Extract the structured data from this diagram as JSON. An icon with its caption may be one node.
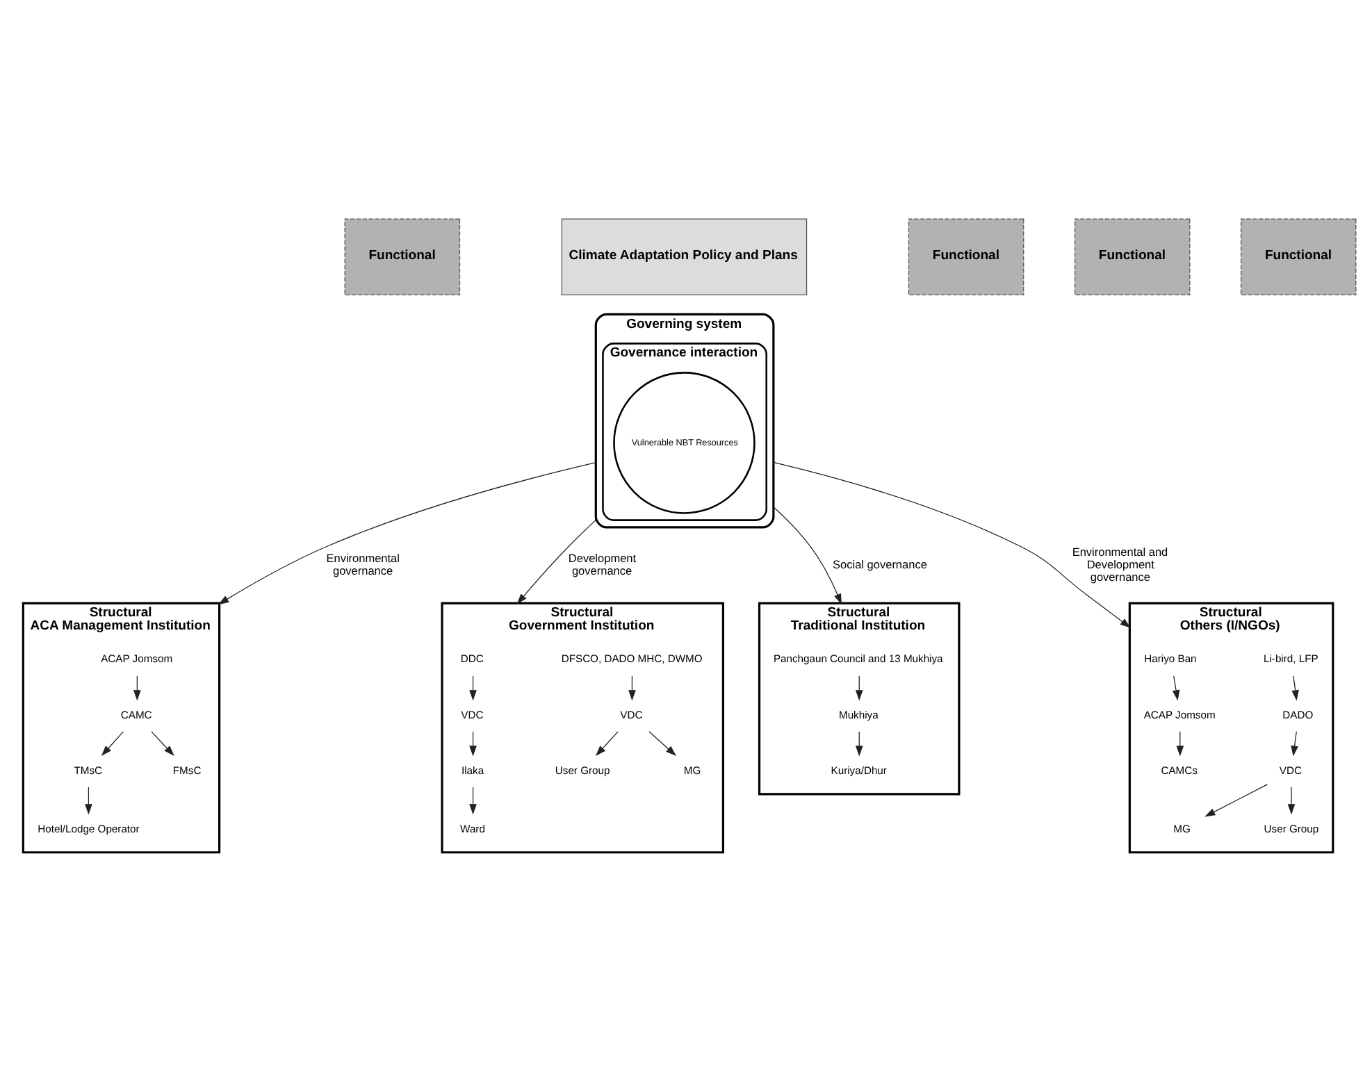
{
  "diagram": {
    "nodes": [
      {
        "text": [
          "Functional"
        ]
      },
      {
        "text": [
          "Functional"
        ]
      },
      {
        "text": [
          "Climate Adaptation Policy and Plans"
        ]
      },
      {
        "text": [
          "Governing system"
        ]
      },
      {
        "text": [
          "Governance interaction"
        ],
        "in": 3
      },
      {
        "text": [
          "Vulnerable NBT Resources"
        ],
        "in": 4
      },
      {
        "text": [
          "Functional"
        ]
      },
      {
        "text": [
          "Functional"
        ]
      },
      {
        "text": [
          "Structural",
          "ACA Management Institution"
        ]
      },
      {
        "text": [
          "ACAP Jomsom"
        ],
        "in": 8
      },
      {
        "text": [
          "CAMC"
        ],
        "in": 8
      },
      {
        "text": [
          "TMsC"
        ],
        "in": 8
      },
      {
        "text": [
          "FMsC"
        ],
        "in": 8
      },
      {
        "text": [
          "Hotel/Lodge Operator"
        ],
        "in": 8
      },
      {
        "text": [
          "Structural",
          "Government Institution"
        ]
      },
      {
        "text": [
          "DDC"
        ],
        "in": 14
      },
      {
        "text": [
          "DFSCO, DADO MHC, DWMO"
        ],
        "in": 14
      },
      {
        "text": [
          "VDC"
        ],
        "in": 14
      },
      {
        "text": [
          "VDC"
        ],
        "in": 14
      },
      {
        "text": [
          "Ilaka"
        ],
        "in": 14
      },
      {
        "text": [
          "Ward"
        ],
        "in": 14
      },
      {
        "text": [
          "MG"
        ],
        "in": 14
      },
      {
        "text": [
          "User Group"
        ],
        "in": 14
      },
      {
        "text": [
          "Structural",
          "Traditional Institution"
        ]
      },
      {
        "text": [
          "Panchgaun Council and 13 Mukhiya"
        ],
        "in": 23
      },
      {
        "text": [
          "Mukhiya"
        ],
        "in": 23
      },
      {
        "text": [
          "Kuriya/Dhur"
        ],
        "in": 23
      },
      {
        "text": [
          "Structural",
          "Others (I/NGOs)"
        ]
      },
      {
        "text": [
          "Hariyo Ban"
        ],
        "in": 27
      },
      {
        "text": [
          "Li-bird, LFP"
        ],
        "in": 27
      },
      {
        "text": [
          "ACAP Jomsom"
        ],
        "in": 27
      },
      {
        "text": [
          "DADO"
        ],
        "in": 27
      },
      {
        "text": [
          "CAMCs"
        ],
        "in": 27
      },
      {
        "text": [
          "VDC"
        ],
        "in": 27
      },
      {
        "text": [
          "MG"
        ],
        "in": 27
      },
      {
        "text": [
          "User Group"
        ],
        "in": 27
      }
    ],
    "edges": [
      {
        "from": 3,
        "to": 8,
        "arrow": "to",
        "label": "Environmental governance"
      },
      {
        "from": 3,
        "to": 14,
        "arrow": "to",
        "label": "Development governance"
      },
      {
        "from": 3,
        "to": 23,
        "arrow": "to",
        "label": "Social governance"
      },
      {
        "from": 3,
        "to": 27,
        "arrow": "to",
        "label": "Environmental and Development governance"
      },
      {
        "from": 9,
        "to": 10,
        "arrow": "to"
      },
      {
        "from": 10,
        "to": 11,
        "arrow": "to"
      },
      {
        "from": 10,
        "to": 12,
        "arrow": "to"
      },
      {
        "from": 11,
        "to": 13,
        "arrow": "to"
      },
      {
        "from": 15,
        "to": 17,
        "arrow": "to"
      },
      {
        "from": 17,
        "to": 19,
        "arrow": "to"
      },
      {
        "from": 19,
        "to": 20,
        "arrow": "to"
      },
      {
        "from": 16,
        "to": 18,
        "arrow": "to"
      },
      {
        "from": 18,
        "to": 21,
        "arrow": "to"
      },
      {
        "from": 18,
        "to": 22,
        "arrow": "to"
      },
      {
        "from": 24,
        "to": 25,
        "arrow": "to"
      },
      {
        "from": 25,
        "to": 26,
        "arrow": "to"
      },
      {
        "from": 28,
        "to": 30,
        "arrow": "to"
      },
      {
        "from": 30,
        "to": 32,
        "arrow": "to"
      },
      {
        "from": 29,
        "to": 31,
        "arrow": "to"
      },
      {
        "from": 31,
        "to": 33,
        "arrow": "to"
      },
      {
        "from": 33,
        "to": 34,
        "arrow": "to"
      },
      {
        "from": 33,
        "to": 35,
        "arrow": "to"
      }
    ]
  }
}
